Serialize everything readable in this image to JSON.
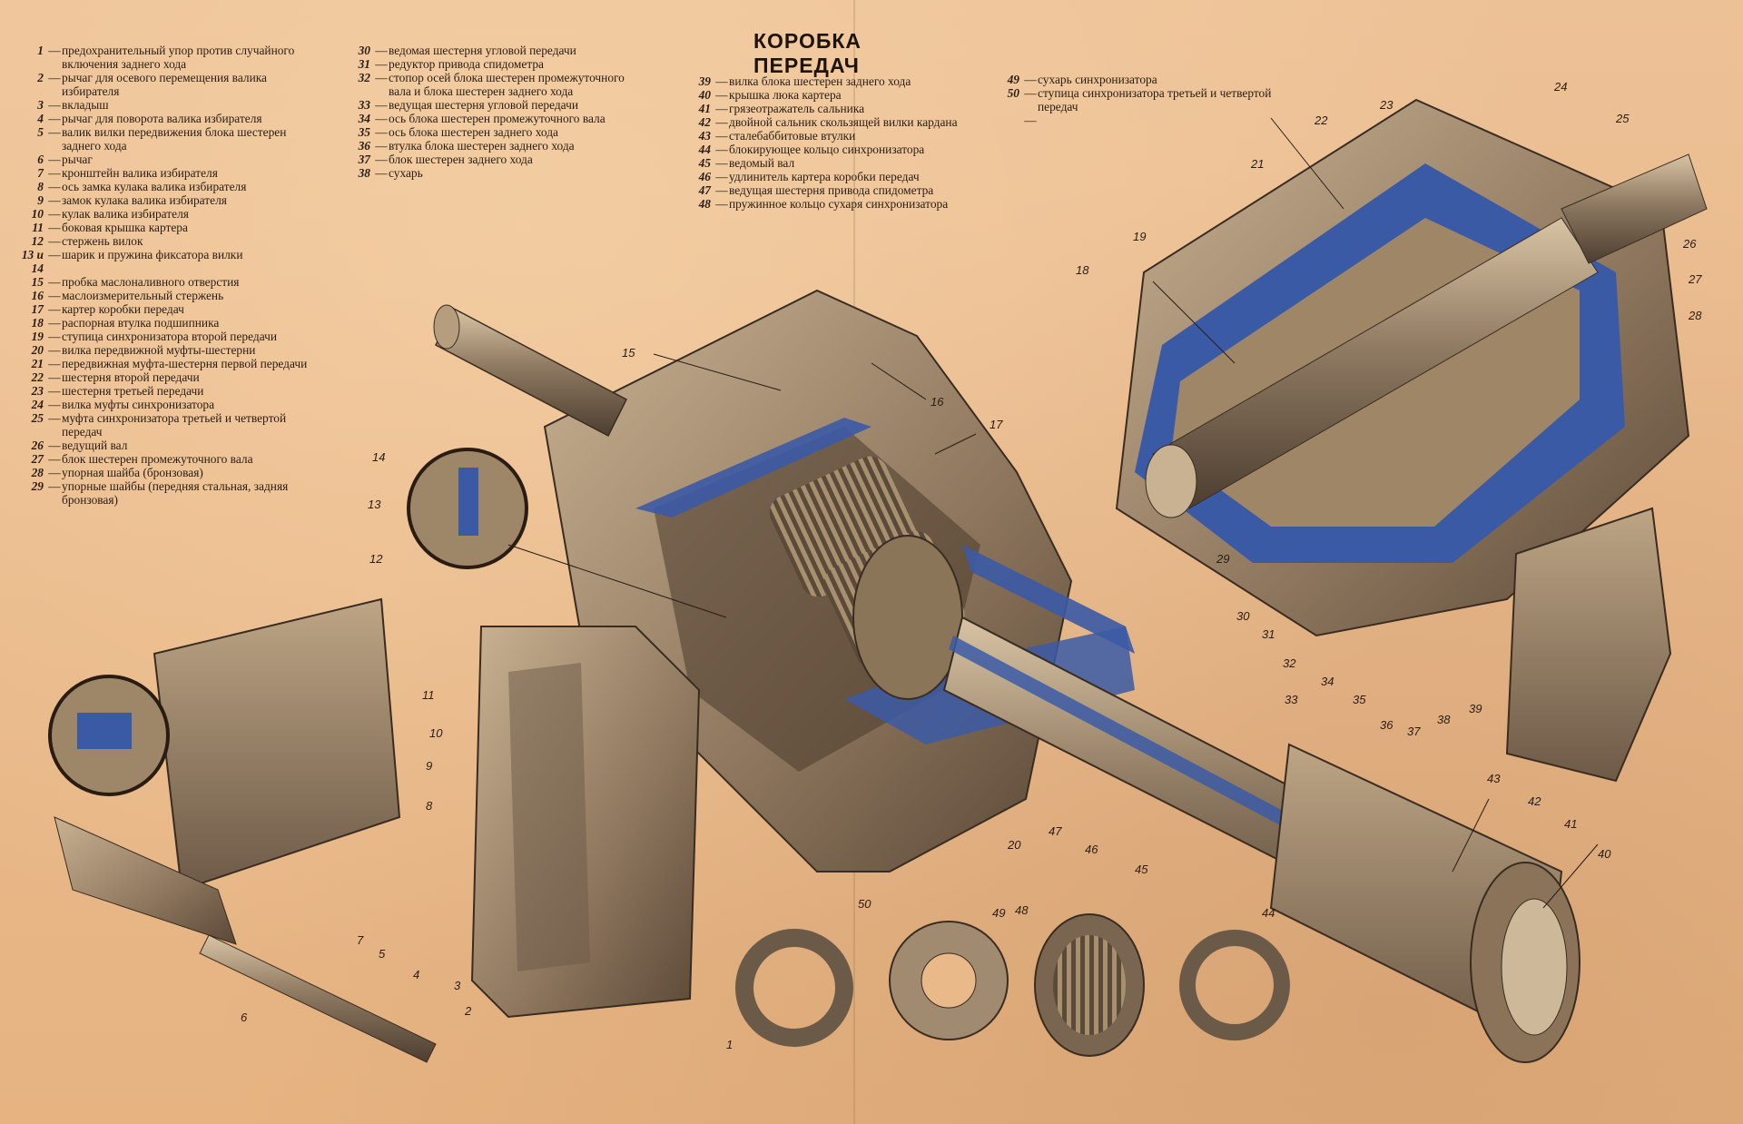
{
  "title": "КОРОБКА ПЕРЕДАЧ",
  "legend": [
    {
      "num": "1",
      "text": "предохранительный упор против случайного включения заднего хода"
    },
    {
      "num": "2",
      "text": "рычаг для осевого перемещения валика избирателя"
    },
    {
      "num": "3",
      "text": "вкладыш"
    },
    {
      "num": "4",
      "text": "рычаг для поворота валика избирателя"
    },
    {
      "num": "5",
      "text": "валик вилки передвижения блока шестерен заднего хода"
    },
    {
      "num": "6",
      "text": "рычаг"
    },
    {
      "num": "7",
      "text": "кронштейн валика избирателя"
    },
    {
      "num": "8",
      "text": "ось замка кулака валика избирателя"
    },
    {
      "num": "9",
      "text": "замок кулака валика избирателя"
    },
    {
      "num": "10",
      "text": "кулак валика избирателя"
    },
    {
      "num": "11",
      "text": "боковая крышка картера"
    },
    {
      "num": "12",
      "text": "стержень вилок"
    },
    {
      "num": "13 и 14",
      "text": "шарик и пружина фиксатора вилки"
    },
    {
      "num": "15",
      "text": "пробка маслоналивного отверстия"
    },
    {
      "num": "16",
      "text": "маслоизмерительный стержень"
    },
    {
      "num": "17",
      "text": "картер коробки передач"
    },
    {
      "num": "18",
      "text": "распорная втулка подшипника"
    },
    {
      "num": "19",
      "text": "ступица синхронизатора второй передачи"
    },
    {
      "num": "20",
      "text": "вилка передвижной муфты-шестерни"
    },
    {
      "num": "21",
      "text": "передвижная муфта-шестерня первой передачи"
    },
    {
      "num": "22",
      "text": "шестерня второй передачи"
    },
    {
      "num": "23",
      "text": "шестерня третьей передачи"
    },
    {
      "num": "24",
      "text": "вилка муфты синхронизатора"
    },
    {
      "num": "25",
      "text": "муфта синхронизатора третьей и четвертой передач"
    },
    {
      "num": "26",
      "text": "ведущий вал"
    },
    {
      "num": "27",
      "text": "блок шестерен промежуточного вала"
    },
    {
      "num": "28",
      "text": "упорная шайба (бронзовая)"
    },
    {
      "num": "29",
      "text": "упорные шайбы (передняя стальная, задняя бронзовая)"
    },
    {
      "num": "30",
      "text": "ведомая шестерня угловой передачи"
    },
    {
      "num": "31",
      "text": "редуктор привода спидометра"
    },
    {
      "num": "32",
      "text": "стопор осей блока шестерен промежуточного вала и блока шестерен заднего хода"
    },
    {
      "num": "33",
      "text": "ведущая шестерня угловой передачи"
    },
    {
      "num": "34",
      "text": "ось блока шестерен промежуточного вала"
    },
    {
      "num": "35",
      "text": "ось блока шестерен заднего хода"
    },
    {
      "num": "36",
      "text": "втулка блока шестерен заднего хода"
    },
    {
      "num": "37",
      "text": "блок шестерен заднего хода"
    },
    {
      "num": "38",
      "text": "сухарь"
    },
    {
      "num": "39",
      "text": "вилка блока шестерен заднего хода"
    },
    {
      "num": "40",
      "text": "крышка люка картера"
    },
    {
      "num": "41",
      "text": "грязеотражатель сальника"
    },
    {
      "num": "42",
      "text": "двойной сальник скользящей вилки кардана"
    },
    {
      "num": "43",
      "text": "сталебаббитовые втулки"
    },
    {
      "num": "44",
      "text": "блокирующее кольцо синхронизатора"
    },
    {
      "num": "45",
      "text": "ведомый вал"
    },
    {
      "num": "46",
      "text": "удлинитель картера коробки передач"
    },
    {
      "num": "47",
      "text": "ведущая шестерня привода спидометра"
    },
    {
      "num": "48",
      "text": "пружинное кольцо сухаря синхронизатора"
    },
    {
      "num": "49",
      "text": "сухарь синхронизатора"
    },
    {
      "num": "50",
      "text": "ступица синхронизатора третьей и четвертой передач"
    }
  ],
  "callouts": [
    "1",
    "2",
    "3",
    "4",
    "5",
    "6",
    "7",
    "8",
    "9",
    "10",
    "11",
    "12",
    "13",
    "14",
    "15",
    "16",
    "17",
    "18",
    "19",
    "20",
    "21",
    "22",
    "23",
    "24",
    "25",
    "26",
    "27",
    "28",
    "29",
    "30",
    "31",
    "32",
    "33",
    "34",
    "35",
    "36",
    "37",
    "38",
    "39",
    "40",
    "41",
    "42",
    "43",
    "44",
    "45",
    "46",
    "47",
    "48",
    "49",
    "50"
  ],
  "colors": {
    "paper": "#e9b98a",
    "ink": "#2a1c12",
    "cutaway_blue": "#3b5aa6",
    "metal_dark": "#6b5a48",
    "metal_mid": "#a08a70",
    "metal_light": "#cdb99a"
  }
}
